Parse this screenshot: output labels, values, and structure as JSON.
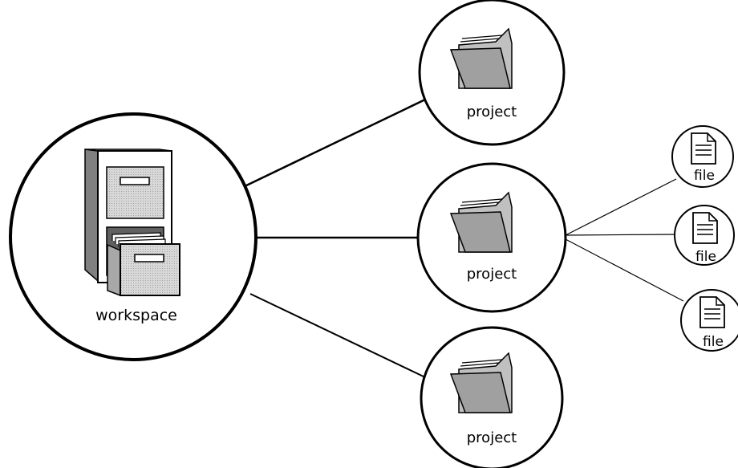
{
  "workspace": {
    "label": "workspace",
    "icon": "filing-cabinet-icon"
  },
  "projects": [
    {
      "label": "project",
      "icon": "folder-icon"
    },
    {
      "label": "project",
      "icon": "folder-icon"
    },
    {
      "label": "project",
      "icon": "folder-icon"
    }
  ],
  "files": [
    {
      "label": "file",
      "icon": "document-icon"
    },
    {
      "label": "file",
      "icon": "document-icon"
    },
    {
      "label": "file",
      "icon": "document-icon"
    }
  ],
  "colors": {
    "stroke": "#000000",
    "background": "#ffffff",
    "icon_fill": "#c0c0c0",
    "icon_dark": "#808080"
  }
}
